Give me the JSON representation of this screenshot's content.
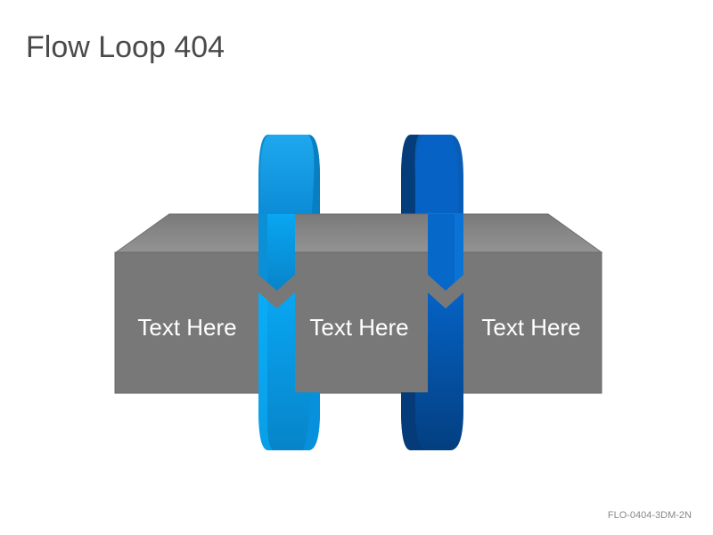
{
  "slide": {
    "title": "Flow Loop 404",
    "code": "FLO-0404-3DM-2N"
  },
  "segments": [
    {
      "label": "Text Here"
    },
    {
      "label": "Text Here"
    },
    {
      "label": "Text Here"
    }
  ],
  "colors": {
    "box_front": "#787878",
    "box_top": "#8a8a8a",
    "loop_1": "#0ea5ec",
    "loop_2": "#0560bb"
  }
}
